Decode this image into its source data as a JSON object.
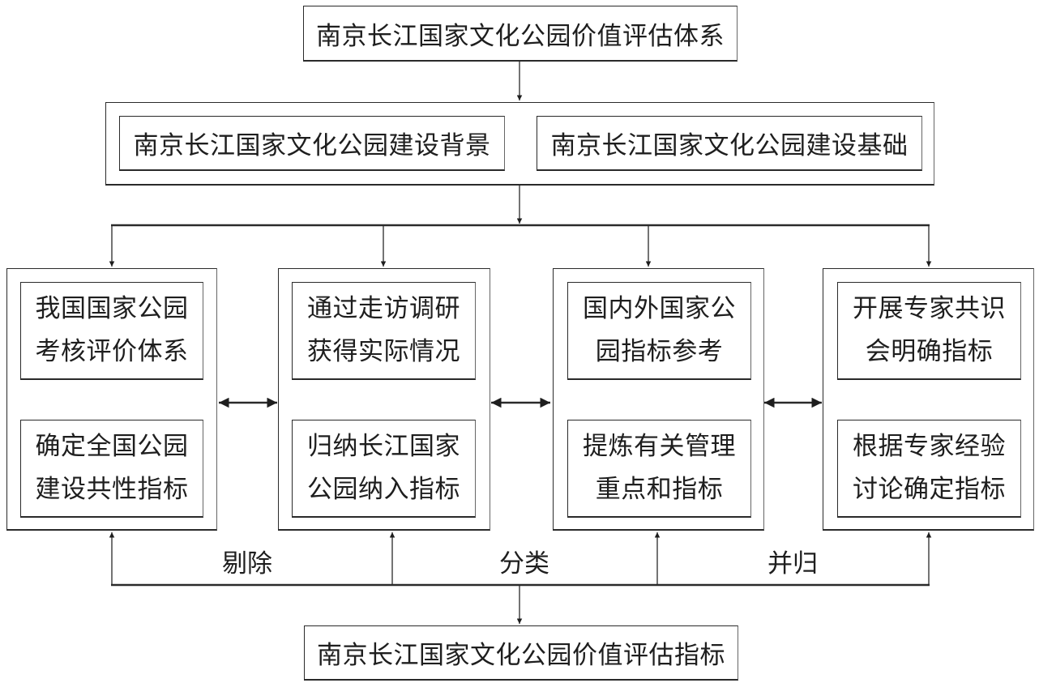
{
  "title_box": "南京长江国家文化公园价值评估体系",
  "foundation": {
    "background": "南京长江国家文化公园建设背景",
    "basis": "南京长江国家文化公园建设基础"
  },
  "branches": [
    {
      "top": "我国国家公园考核评价体系",
      "top_lines": [
        "我国国家公园",
        "考核评价体系"
      ],
      "bottom_lines": [
        "确定全国公园",
        "建设共性指标"
      ]
    },
    {
      "top_lines": [
        "通过走访调研",
        "获得实际情况"
      ],
      "bottom_lines": [
        "归纳长江国家",
        "公园纳入指标"
      ]
    },
    {
      "top_lines": [
        "国内外国家公",
        "园指标参考"
      ],
      "bottom_lines": [
        "提炼有关管理",
        "重点和指标"
      ]
    },
    {
      "top_lines": [
        "开展专家共识",
        "会明确指标"
      ],
      "bottom_lines": [
        "根据专家经验",
        "讨论确定指标"
      ]
    }
  ],
  "operations": [
    "剔除",
    "分类",
    "并归"
  ],
  "result_box": "南京长江国家文化公园价值评估指标"
}
